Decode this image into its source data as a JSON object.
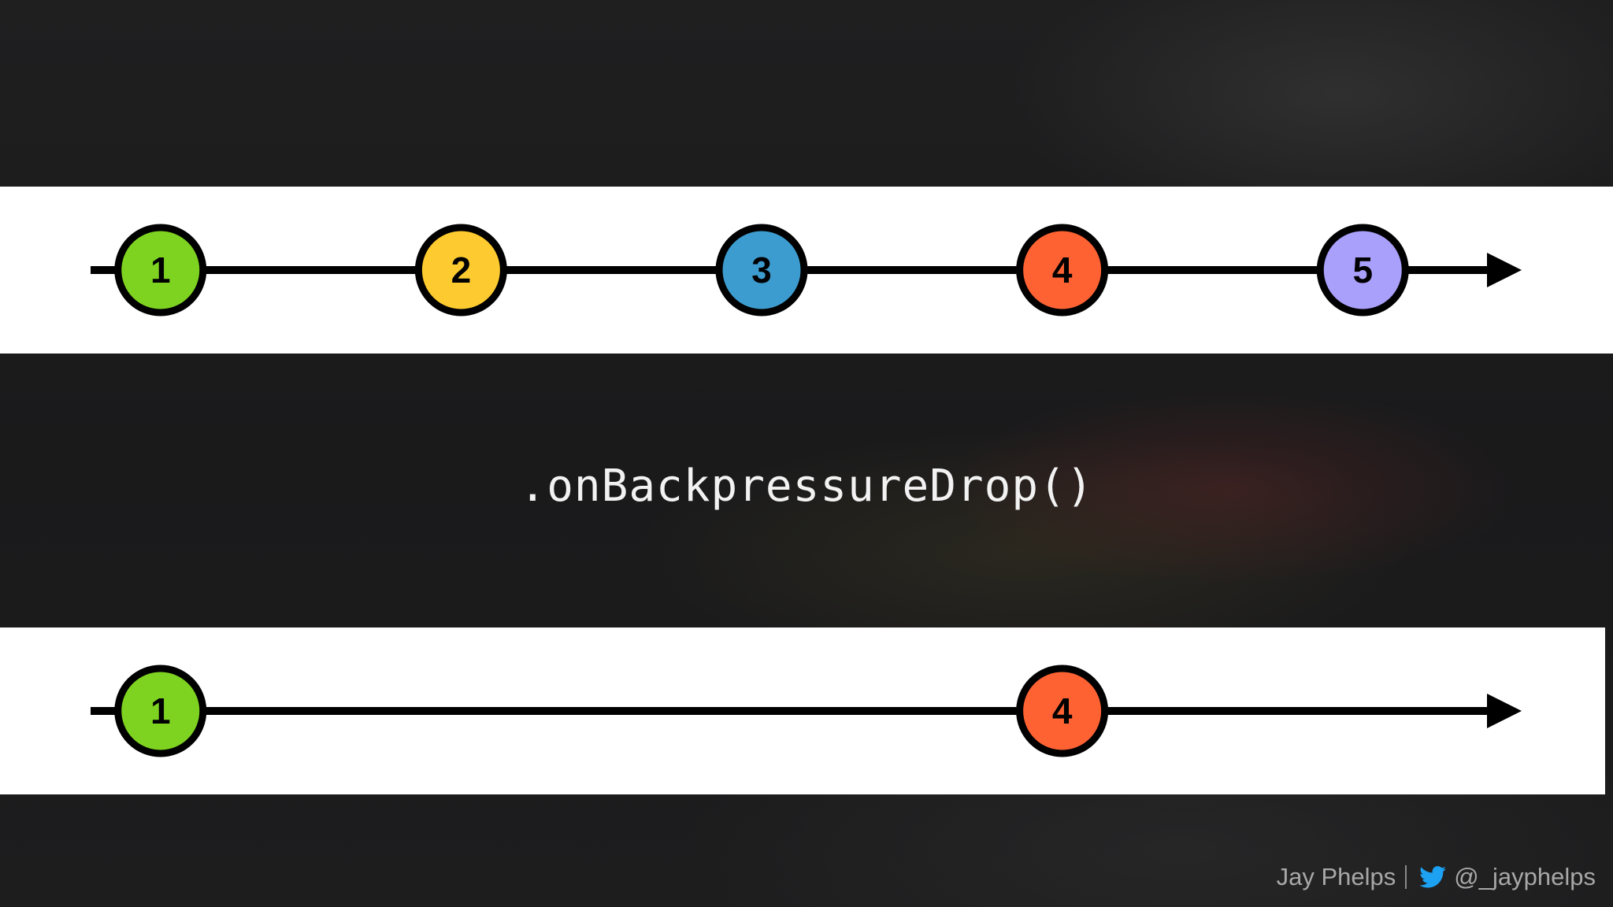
{
  "operator": ".onBackpressureDrop()",
  "input_stream": {
    "marbles": [
      {
        "label": "1",
        "color": "#7ed321",
        "position": 0.05
      },
      {
        "label": "2",
        "color": "#fdcb2f",
        "position": 0.265
      },
      {
        "label": "3",
        "color": "#3d9ccf",
        "position": 0.48
      },
      {
        "label": "4",
        "color": "#fe6233",
        "position": 0.695
      },
      {
        "label": "5",
        "color": "#a9a0fc",
        "position": 0.91
      }
    ]
  },
  "output_stream": {
    "marbles": [
      {
        "label": "1",
        "color": "#7ed321",
        "position": 0.05
      },
      {
        "label": "4",
        "color": "#fe6233",
        "position": 0.695
      }
    ]
  },
  "footer": {
    "author": "Jay Phelps",
    "twitter_handle": "@_jayphelps",
    "twitter_icon": "twitter-bird-icon",
    "twitter_color": "#1da1f2"
  }
}
